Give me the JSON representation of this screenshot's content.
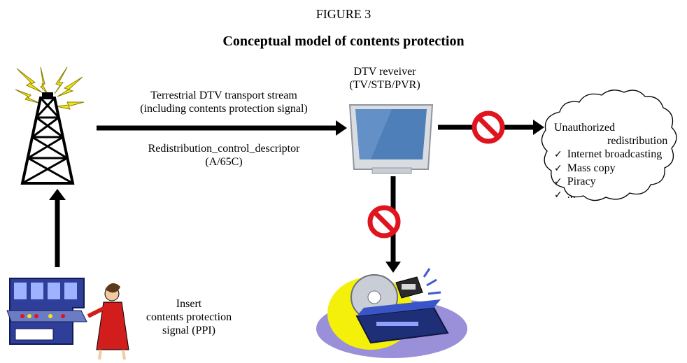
{
  "figure": {
    "number": "FIGURE 3",
    "title": "Conceptual model of contents protection"
  },
  "transmitter": {
    "stream_label_line1": "Terrestrial DTV transport stream",
    "stream_label_line2": "(including contents protection signal)",
    "descriptor_line1": "Redistribution_control_descriptor",
    "descriptor_line2": "(A/65C)"
  },
  "receiver": {
    "label_line1": "DTV reveiver",
    "label_line2": "(TV/STB/PVR)"
  },
  "cloud": {
    "heading_line1": "Unauthorized",
    "heading_line2": "redistribution",
    "items": [
      "Internet broadcasting",
      "Mass copy",
      "Piracy",
      "..."
    ]
  },
  "operator": {
    "label_line1": "Insert",
    "label_line2": "contents protection",
    "label_line3": "signal (PPI)"
  },
  "colors": {
    "arrow": "#000000",
    "prohibit_red": "#e0141e",
    "lightning": "#f2e51c",
    "tv_screen": "#4f7fb8",
    "console": "#2f3f99",
    "disc_yellow": "#f4f00a",
    "disc_purple": "#9a8fd9",
    "dress_red": "#d21d1d"
  },
  "icons": {
    "tower": "broadcast-tower-icon",
    "receiver": "tv-monitor-icon",
    "prohibit": "prohibited-icon",
    "recorder": "recorder-disc-icon",
    "operator": "operator-console-icon",
    "cloud": "cloud-icon"
  }
}
